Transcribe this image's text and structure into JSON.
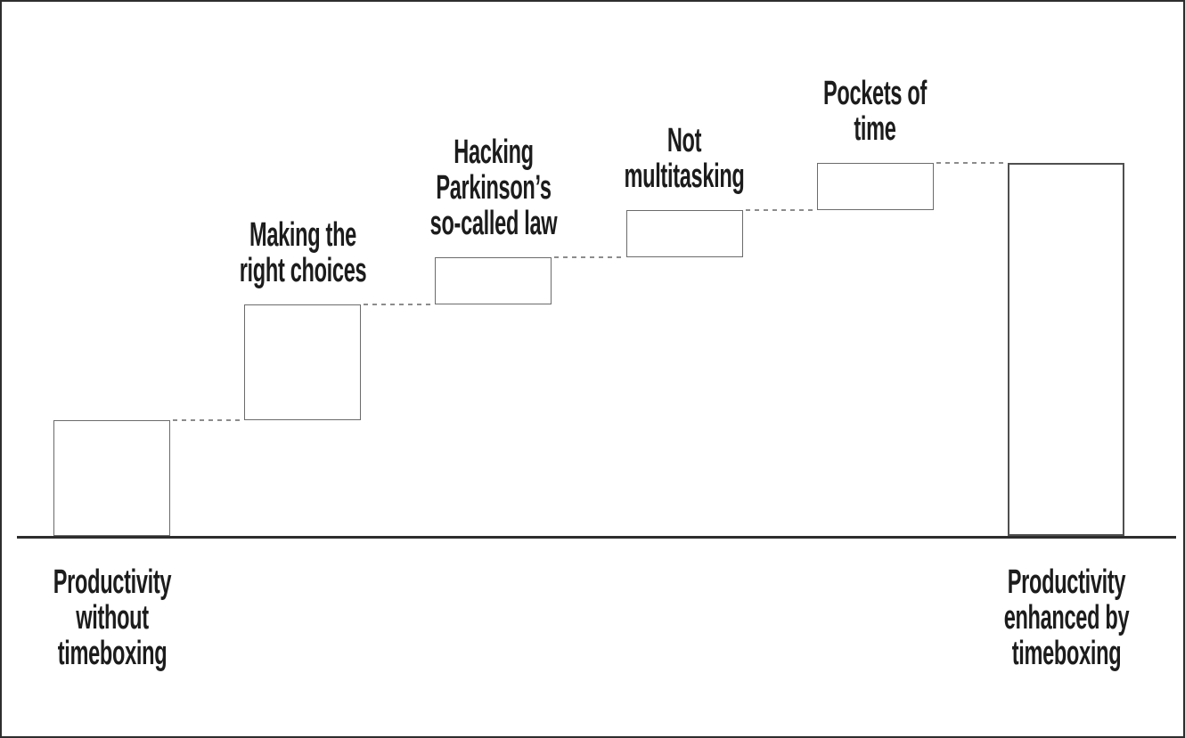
{
  "figure": {
    "description": "Waterfall chart of productivity gains from timeboxing",
    "background": "#ffffff"
  },
  "chart_data": {
    "type": "waterfall",
    "orientation": "vertical",
    "title": "",
    "xlabel": "",
    "ylabel": "",
    "axis_labels_visible": false,
    "grid": false,
    "legend": false,
    "unit": "relative productivity (no numeric scale shown)",
    "baseline_value": 0,
    "connector_style": "dashed",
    "steps": [
      {
        "id": "productivity-without-timeboxing",
        "label": "Productivity without timeboxing",
        "label_lines": [
          "Productivity",
          "without",
          "timeboxing"
        ],
        "role": "start",
        "value": 130,
        "label_position": "below"
      },
      {
        "id": "making-the-right-choices",
        "label": "Making the right choices",
        "label_lines": [
          "Making the",
          "right choices"
        ],
        "role": "increment",
        "value": 130,
        "label_position": "above"
      },
      {
        "id": "hacking-parkinsons-law",
        "label": "Hacking Parkinson’s so-called law",
        "label_lines": [
          "Hacking",
          "Parkinson’s",
          "so-called law"
        ],
        "role": "increment",
        "value": 53,
        "label_position": "above"
      },
      {
        "id": "not-multitasking",
        "label": "Not multitasking",
        "label_lines": [
          "Not",
          "multitasking"
        ],
        "role": "increment",
        "value": 53,
        "label_position": "above"
      },
      {
        "id": "pockets-of-time",
        "label": "Pockets of time",
        "label_lines": [
          "Pockets of",
          "time"
        ],
        "role": "increment",
        "value": 53,
        "label_position": "above"
      },
      {
        "id": "productivity-enhanced-by-timeboxing",
        "label": "Productivity enhanced by timeboxing",
        "label_lines": [
          "Productivity",
          "enhanced by",
          "timeboxing"
        ],
        "role": "total",
        "value": 419,
        "label_position": "below"
      }
    ],
    "colors": {
      "box_border": "#6b6b6b",
      "total_border": "#4f4f4f",
      "axis": "#2d2d2d",
      "connector": "#8c8c8c",
      "text": "#1c1c1c",
      "background": "#ffffff"
    }
  }
}
